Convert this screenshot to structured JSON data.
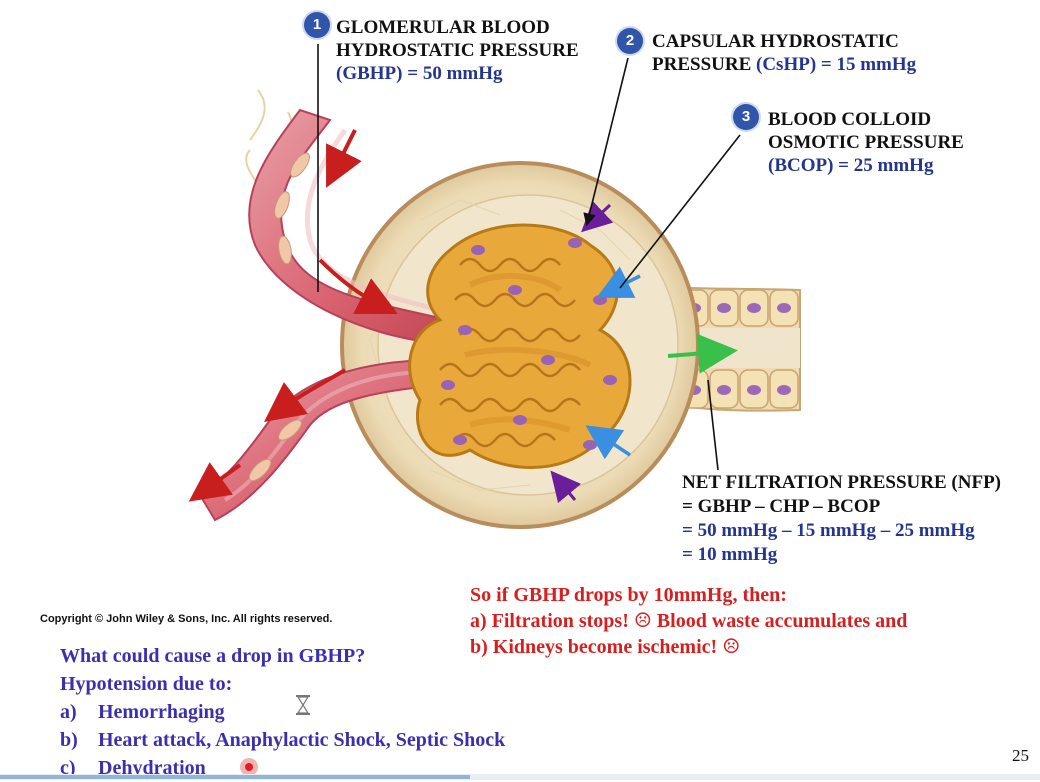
{
  "labels": {
    "gbhp": {
      "number": "1",
      "line1": "GLOMERULAR BLOOD",
      "line2": "HYDROSTATIC PRESSURE",
      "line3": "(GBHP) = 50 mmHg"
    },
    "cshp": {
      "number": "2",
      "line1": "CAPSULAR HYDROSTATIC",
      "line2_a": "PRESSURE ",
      "line2_b": "(CsHP) = 15 mmHg"
    },
    "bcop": {
      "number": "3",
      "line1": "BLOOD COLLOID",
      "line2": "OSMOTIC PRESSURE",
      "line3": "(BCOP) = 25 mmHg"
    },
    "nfp": {
      "line1": "NET FILTRATION PRESSURE (NFP)",
      "line2": "= GBHP – CHP – BCOP",
      "line3": "= 50 mmHg – 15 mmHg – 25 mmHg",
      "line4": "= 10 mmHg"
    }
  },
  "scenario": {
    "line1": "So if GBHP drops by 10mmHg, then:",
    "line2": "a) Filtration stops!  ☹  Blood waste accumulates and",
    "line3": "b) Kidneys become ischemic!  ☹"
  },
  "question": {
    "line1": "What could cause a drop in GBHP?",
    "line2": "Hypotension due to:",
    "items": [
      {
        "marker": "a)",
        "text": "Hemorrhaging"
      },
      {
        "marker": "b)",
        "text": "Heart attack,  Anaphylactic Shock, Septic Shock"
      },
      {
        "marker": "c)",
        "text": "Dehydration"
      }
    ]
  },
  "copyright": "Copyright © John Wiley & Sons, Inc. All rights reserved.",
  "page_number": "25",
  "colors": {
    "title_blue": "#23358e",
    "alert_red": "#d62020",
    "question_purple": "#3b2fb0",
    "badge_blue": "#2f56a8"
  }
}
